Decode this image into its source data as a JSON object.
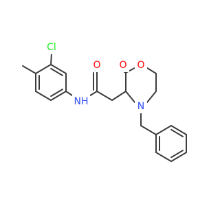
{
  "molecule": {
    "colors": {
      "bond": "#3c3c3c",
      "carbon": "#3c3c3c",
      "oxygen": "#ff0d0d",
      "nitrogen": "#3050f8",
      "chlorine": "#1ff01f"
    },
    "atom_labels": {
      "cl": "Cl",
      "nh": "NH",
      "carbonyl_o": "O",
      "ring_o": "O",
      "lactone_o": "O",
      "ring_n": "N"
    }
  }
}
